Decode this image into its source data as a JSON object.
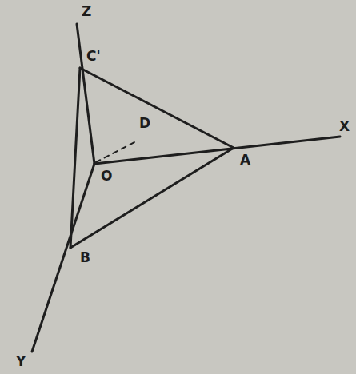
{
  "diagram": {
    "labels": [
      "Z",
      "C'",
      "D",
      "O",
      "A",
      "X",
      "B",
      "Y"
    ]
  }
}
